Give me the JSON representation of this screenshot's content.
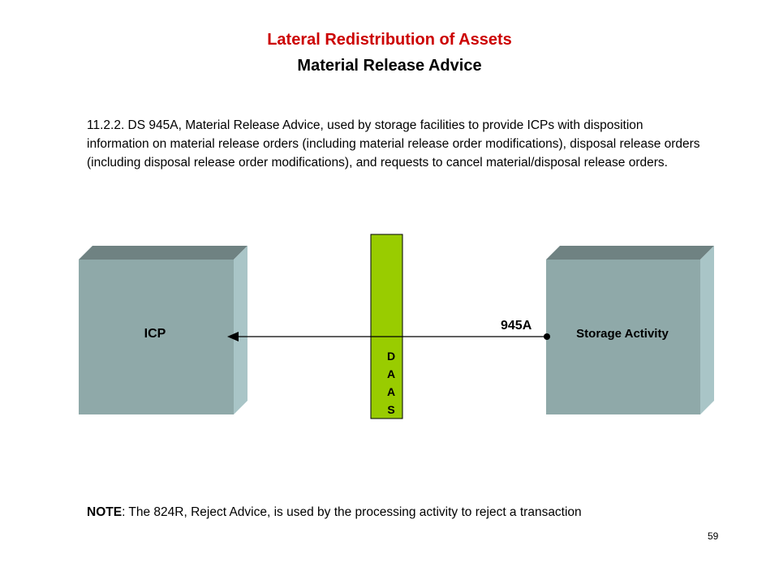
{
  "title": "Lateral Redistribution of Assets",
  "subtitle": "Material Release Advice",
  "description": "11.2.2. DS 945A, Material Release Advice, used by storage facilities to provide ICPs with disposition information on material release orders (including material release order modifications), disposal release orders (including disposal release order modifications), and requests to cancel material/disposal release orders.",
  "diagram": {
    "left_box_label": "ICP",
    "right_box_label": "Storage Activity",
    "center_bar_letters": [
      "D",
      "A",
      "A",
      "S"
    ],
    "arrow_label": "945A",
    "colors": {
      "box_front": "#8fa9a9",
      "box_top": "#6f8282",
      "box_side": "#a9c5c7",
      "daas_bar": "#99cc00"
    }
  },
  "note": {
    "prefix": "NOTE",
    "text": ": The 824R, Reject Advice, is used by the processing activity to reject a transaction"
  },
  "page_number": "59"
}
